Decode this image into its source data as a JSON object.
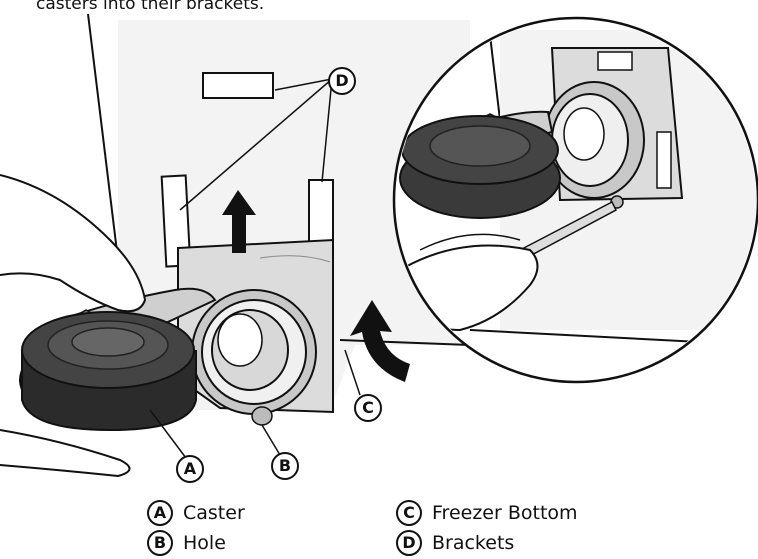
{
  "caption": "casters into their brackets.",
  "callouts": {
    "a": "A",
    "b": "B",
    "c": "C",
    "d": "D"
  },
  "legend": {
    "a": "Caster",
    "b": "Hole",
    "c": "Freezer Bottom",
    "d": "Brackets"
  }
}
